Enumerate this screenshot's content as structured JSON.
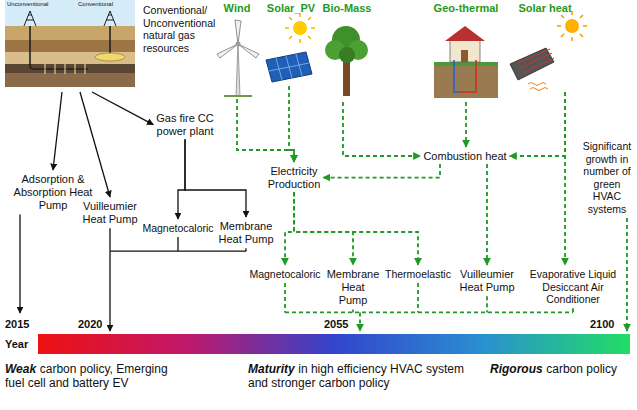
{
  "diagram": {
    "nodes": [
      {
        "text": [
          "Conventional/ Unconventional natural gas resources"
        ]
      },
      {
        "text": [
          "Wind"
        ]
      },
      {
        "text": [
          "Solar_PV"
        ]
      },
      {
        "text": [
          "Bio-Mass"
        ]
      },
      {
        "text": [
          "Geo-thermal"
        ]
      },
      {
        "text": [
          "Solar heat"
        ]
      },
      {
        "text": [
          "Adsorption & Absorption Heat Pump"
        ]
      },
      {
        "text": [
          "Vuilleumier Heat Pump"
        ]
      },
      {
        "text": [
          "Gas fire CC power plant"
        ]
      },
      {
        "text": [
          "Magnetocaloric"
        ]
      },
      {
        "text": [
          "Membrane Heat Pump"
        ]
      },
      {
        "text": [
          "Combustion heat"
        ]
      },
      {
        "text": [
          "Electricity Production"
        ]
      },
      {
        "text": [
          "Magnetocaloric"
        ]
      },
      {
        "text": [
          "Membrane Heat Pump"
        ]
      },
      {
        "text": [
          "Thermoelastic"
        ]
      },
      {
        "text": [
          "Vuilleumier Heat Pump"
        ]
      },
      {
        "text": [
          "Evaporative Liquid Desiccant Air Conditioner"
        ]
      },
      {
        "text": [
          "Significant growth in number of green HVAC systems"
        ]
      }
    ],
    "edges": [
      {
        "from": 0,
        "to": 6,
        "arrow": "to"
      },
      {
        "from": 0,
        "to": 7,
        "arrow": "to"
      },
      {
        "from": 0,
        "to": 8,
        "arrow": "to"
      },
      {
        "from": 8,
        "to": 9,
        "arrow": "to"
      },
      {
        "from": 8,
        "to": 10,
        "arrow": "to"
      },
      {
        "from": 1,
        "to": 12,
        "arrow": "to"
      },
      {
        "from": 2,
        "to": 12,
        "arrow": "to"
      },
      {
        "from": 3,
        "to": 11,
        "arrow": "to"
      },
      {
        "from": 4,
        "to": 11,
        "arrow": "to"
      },
      {
        "from": 5,
        "to": 11,
        "arrow": "to"
      },
      {
        "from": 5,
        "to": 17,
        "arrow": "to"
      },
      {
        "from": 11,
        "to": 12,
        "arrow": "to"
      },
      {
        "from": 11,
        "to": 16,
        "arrow": "to"
      },
      {
        "from": 12,
        "to": 13,
        "arrow": "to"
      },
      {
        "from": 12,
        "to": 14,
        "arrow": "to"
      },
      {
        "from": 12,
        "to": 15,
        "arrow": "to"
      }
    ],
    "labels": [
      "Unconventional",
      "Conventional",
      "2015",
      "2020",
      "2055",
      "2100",
      "Year",
      "Weak",
      "carbon policy, Emerging fuel cell and battery EV",
      "Maturity",
      "in high efficiency HVAC system and stronger carbon policy",
      "Rigorous",
      "carbon policy"
    ]
  }
}
